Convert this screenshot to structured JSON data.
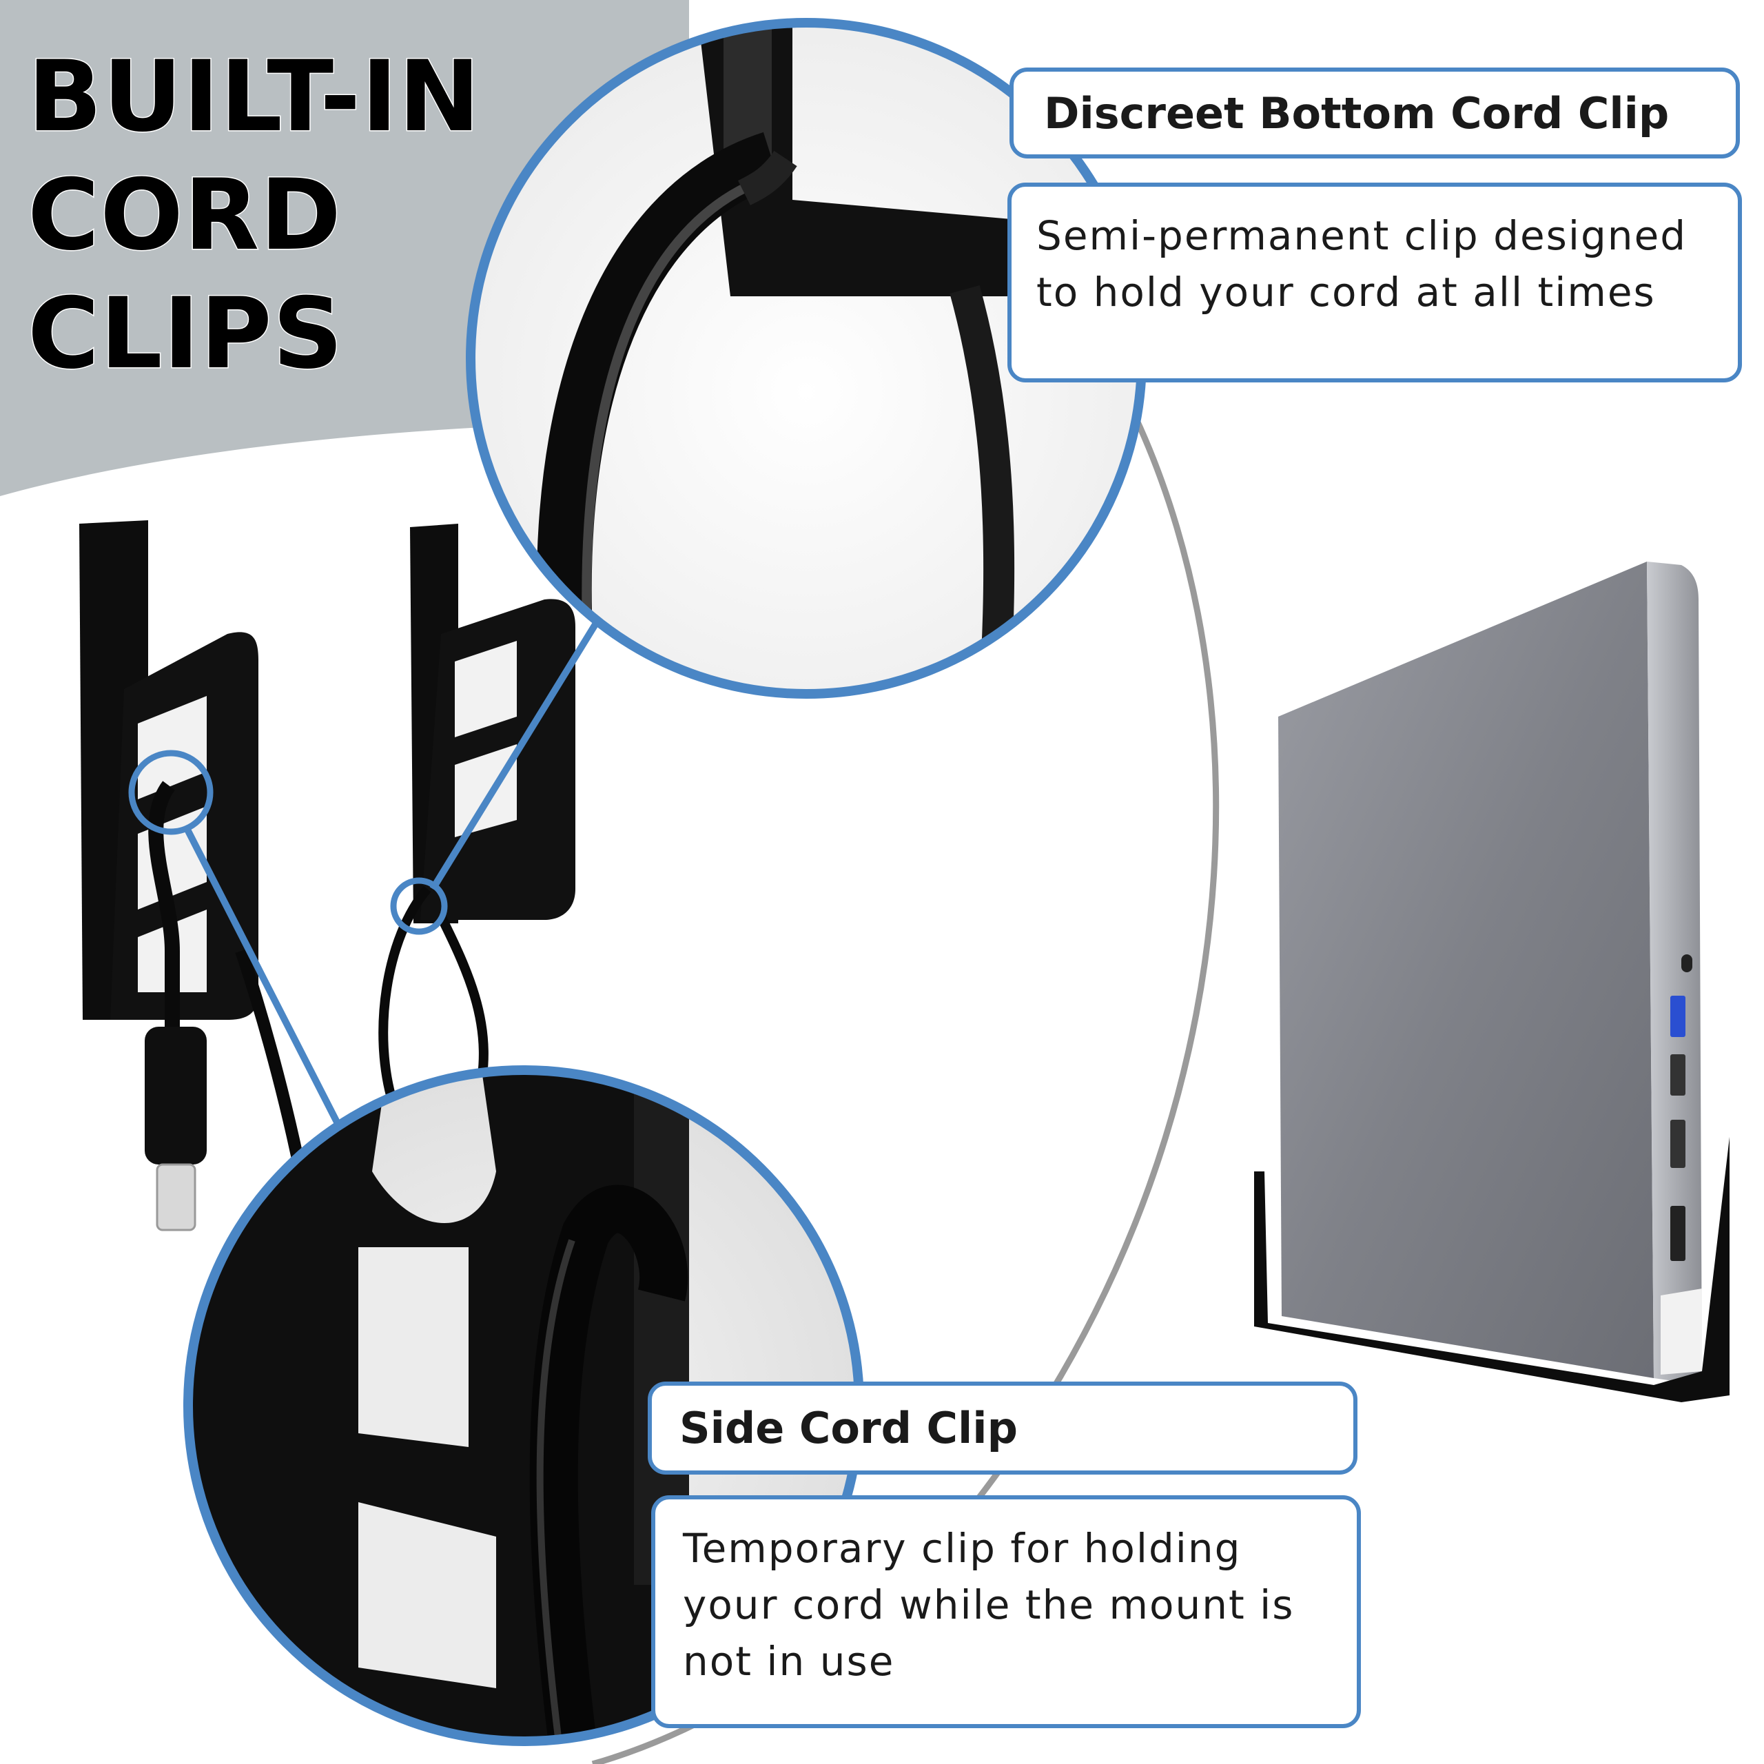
{
  "headline": {
    "lines": [
      "BUILT-IN",
      "CORD",
      "CLIPS"
    ]
  },
  "callouts": {
    "bottom_clip": {
      "title": "Discreet Bottom Cord Clip",
      "description_lines": [
        "Semi-permanent clip designed",
        "to hold your cord at all times"
      ]
    },
    "side_clip": {
      "title": "Side Cord Clip",
      "description_lines": [
        "Temporary clip for holding",
        "your cord while the mount is",
        "not in use"
      ]
    }
  },
  "colors": {
    "accent_blue": "#4a86c5",
    "banner_gray": "#b9bfc2",
    "mount_black": "#0d0d0d",
    "laptop_gray": "#8a8c93"
  }
}
